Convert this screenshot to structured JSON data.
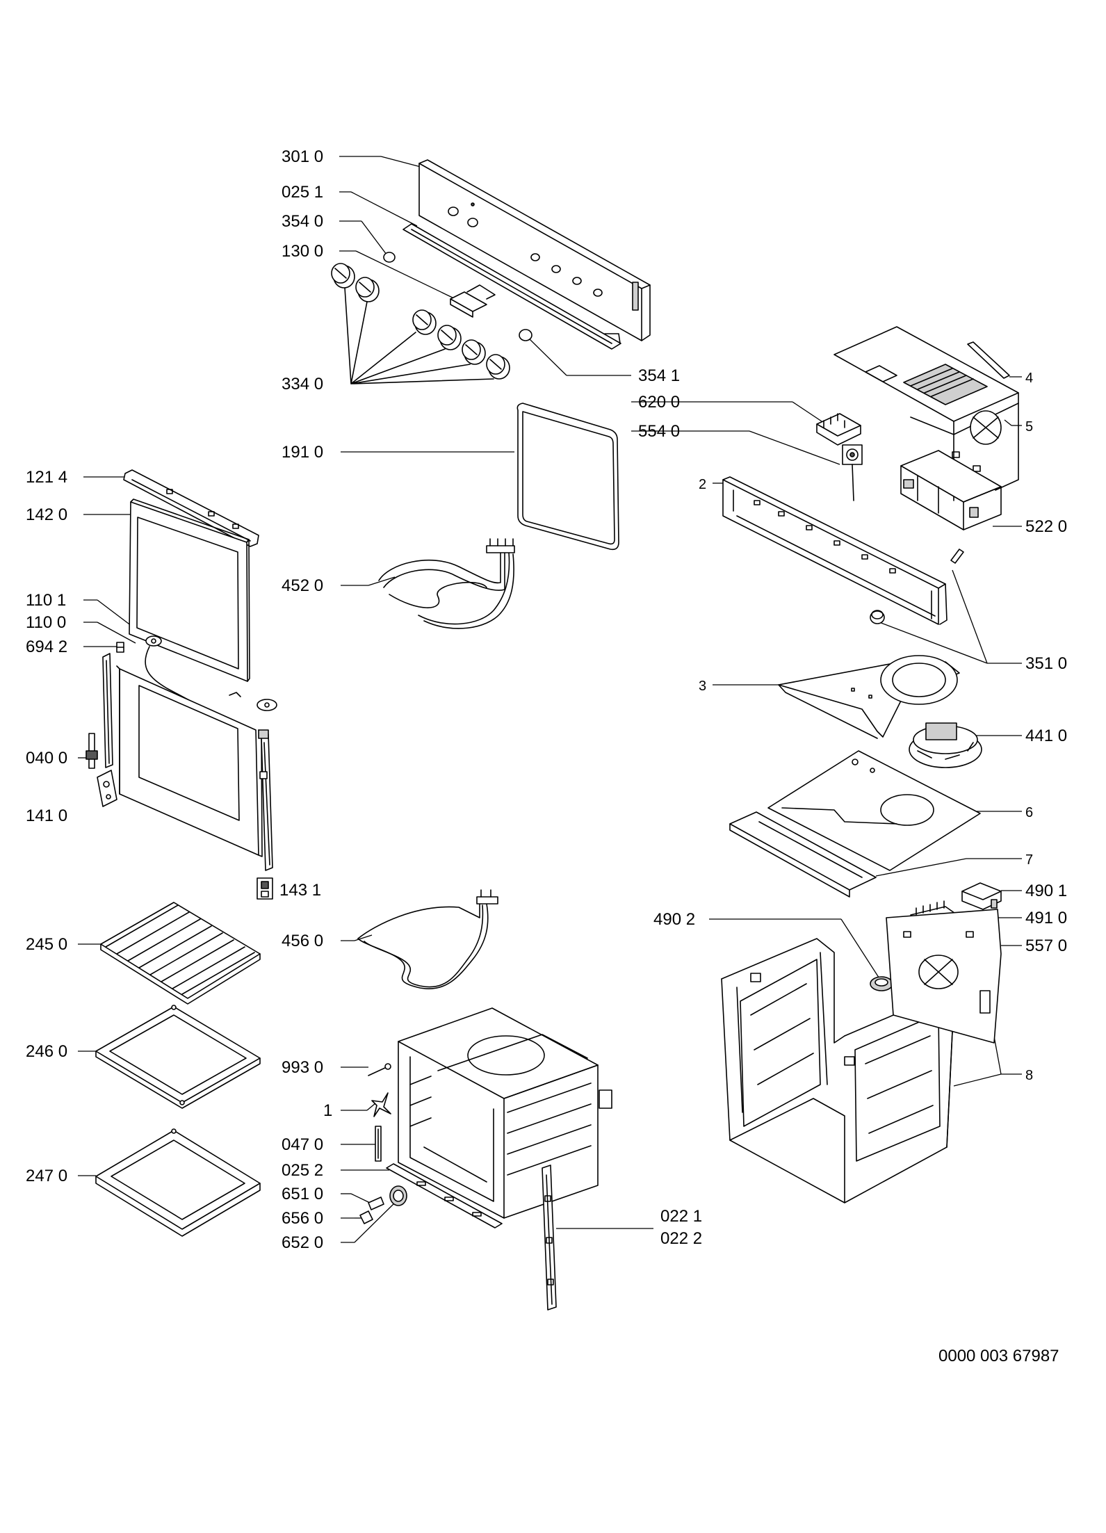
{
  "doc_number": "0000 003 67987",
  "callouts": {
    "c3010": "301 0",
    "c0251": "025 1",
    "c3540": "354 0",
    "c1300": "130 0",
    "c3340": "334 0",
    "c3541": "354 1",
    "c1910": "191 0",
    "c1214": "121 4",
    "c1420": "142 0",
    "c4520": "452 0",
    "c1101": "110 1",
    "c1100": "110 0",
    "c6942": "694 2",
    "c0400": "040 0",
    "c1410": "141 0",
    "c1431": "143 1",
    "c2450": "245 0",
    "c4560": "456 0",
    "c2460": "246 0",
    "c9930": "993 0",
    "c1": "1",
    "c0470": "047 0",
    "c0252": "025 2",
    "c2470": "247 0",
    "c6510": "651 0",
    "c6560": "656 0",
    "c6520": "652 0",
    "c0221": "022 1",
    "c0222": "022 2",
    "c4": "4",
    "c6200": "620 0",
    "c5": "5",
    "c5540": "554 0",
    "c2": "2",
    "c5220": "522 0",
    "c3510": "351 0",
    "c3": "3",
    "c4410": "441 0",
    "c6": "6",
    "c7": "7",
    "c4901": "490 1",
    "c4902": "490 2",
    "c4910": "491 0",
    "c5570": "557 0",
    "c8": "8"
  }
}
